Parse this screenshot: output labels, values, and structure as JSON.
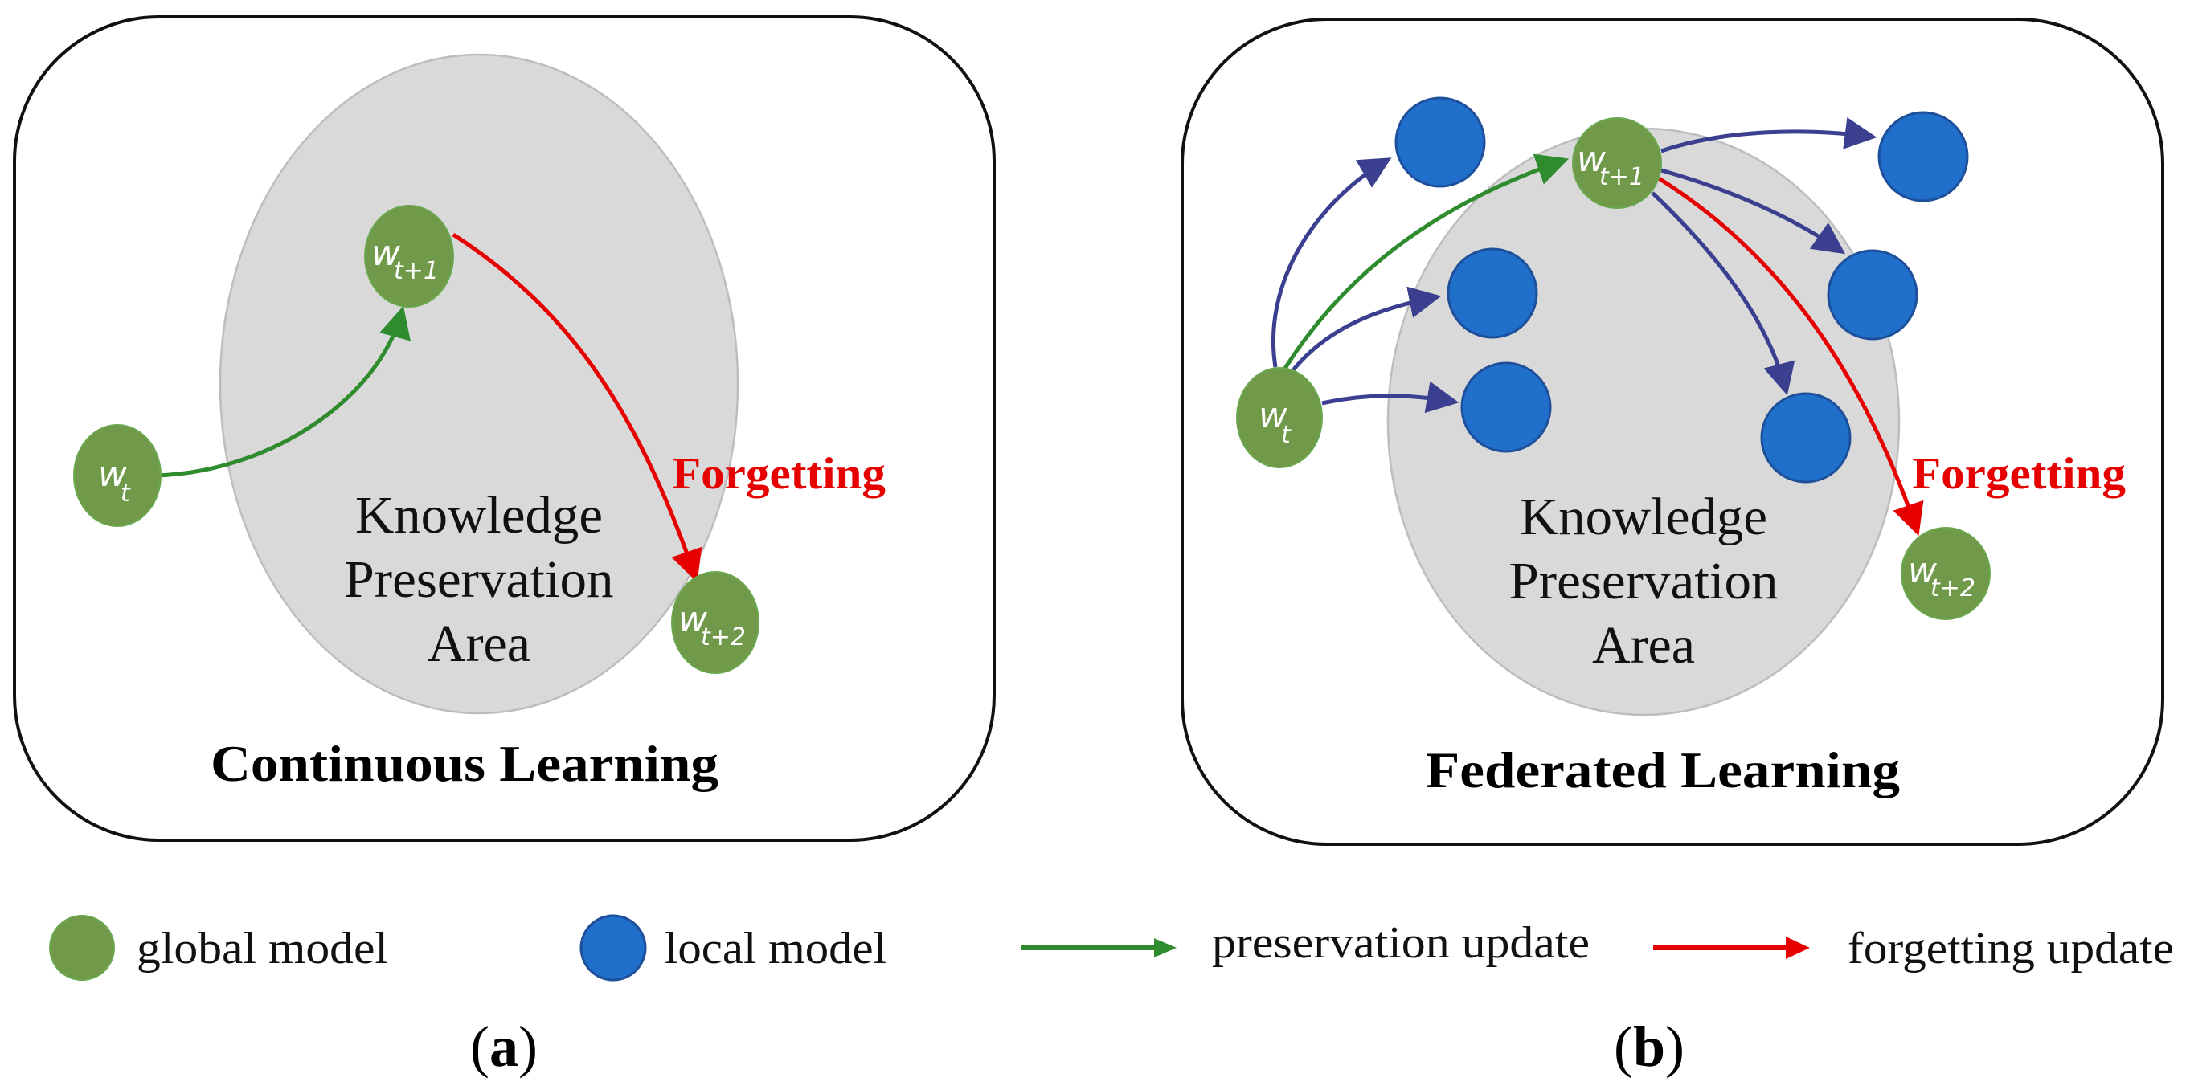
{
  "figure": {
    "panels": [
      {
        "id": "a",
        "title": "Continuous Learning",
        "area_label": [
          "Knowledge",
          "Preservation",
          "Area"
        ],
        "forgetting_label": "Forgetting",
        "nodes": [
          {
            "kind": "global",
            "base": "w",
            "sub": "t"
          },
          {
            "kind": "global",
            "base": "w",
            "sub": "t+1"
          },
          {
            "kind": "global",
            "base": "w",
            "sub": "t+2"
          }
        ],
        "edges": [
          {
            "from": "w_t",
            "to": "w_t+1",
            "type": "preservation"
          },
          {
            "from": "w_t+1",
            "to": "w_t+2",
            "type": "forgetting"
          }
        ],
        "caption_letter": "a"
      },
      {
        "id": "b",
        "title": "Federated Learning",
        "area_label": [
          "Knowledge",
          "Preservation",
          "Area"
        ],
        "forgetting_label": "Forgetting",
        "nodes": [
          {
            "kind": "global",
            "base": "w",
            "sub": "t"
          },
          {
            "kind": "global",
            "base": "w",
            "sub": "t+1"
          },
          {
            "kind": "global",
            "base": "w",
            "sub": "t+2"
          },
          {
            "kind": "local"
          },
          {
            "kind": "local"
          },
          {
            "kind": "local"
          },
          {
            "kind": "local"
          },
          {
            "kind": "local"
          },
          {
            "kind": "local"
          }
        ],
        "edges": [
          {
            "from": "w_t",
            "to": "local-1",
            "type": "local"
          },
          {
            "from": "w_t",
            "to": "local-2",
            "type": "local"
          },
          {
            "from": "w_t",
            "to": "local-3",
            "type": "local"
          },
          {
            "from": "w_t",
            "to": "w_t+1",
            "type": "preservation"
          },
          {
            "from": "w_t+1",
            "to": "local-4",
            "type": "local"
          },
          {
            "from": "w_t+1",
            "to": "local-5",
            "type": "local"
          },
          {
            "from": "w_t+1",
            "to": "local-6",
            "type": "local"
          },
          {
            "from": "w_t+1",
            "to": "w_t+2",
            "type": "forgetting"
          }
        ],
        "caption_letter": "b"
      }
    ],
    "legend": {
      "global_model": "global model",
      "local_model": "local model",
      "preservation_update": "preservation update",
      "forgetting_update": "forgetting update"
    },
    "captions": {
      "open": "(",
      "close": ")",
      "a": "a",
      "b": "b"
    },
    "colors": {
      "global_model": "#70994a",
      "global_model_stroke": "#6aa84f",
      "local_model": "#1f6fcb",
      "local_model_stroke": "#1d4f9a",
      "preservation_update": "#2e8b2e",
      "forgetting_update": "#e60000",
      "local_update": "#3b3f8f",
      "area_fill": "#d9d9d9",
      "area_stroke": "#bdbdbd"
    }
  }
}
